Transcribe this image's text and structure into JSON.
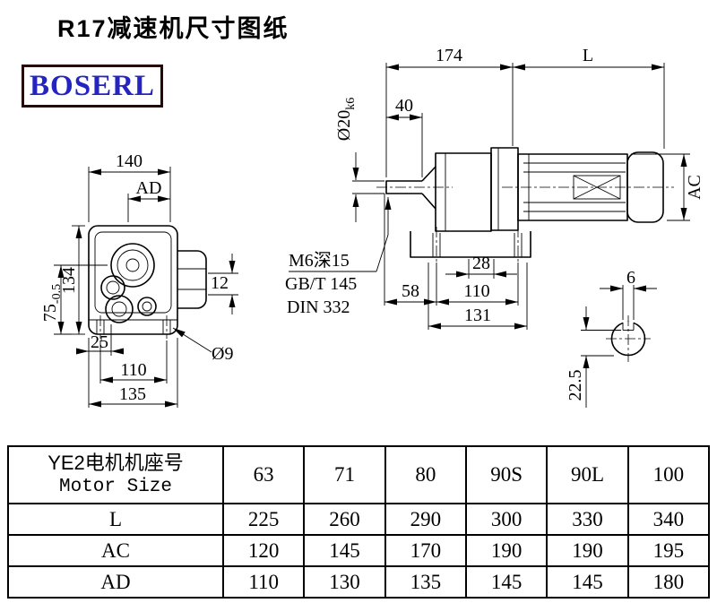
{
  "page": {
    "title": "R17减速机尺寸图纸",
    "brand": "BOSERL"
  },
  "drawing": {
    "front_view": {
      "dim_140": "140",
      "dim_ad": "AD",
      "dim_134": "134",
      "dim_75": "75",
      "dim_75_tol": "-0.5",
      "dim_12": "12",
      "dim_25": "25",
      "dim_110": "110",
      "dim_135": "135",
      "dim_hole": "Ø9"
    },
    "side_view": {
      "dim_174": "174",
      "dim_L": "L",
      "dim_40": "40",
      "dim_shaft": "Ø20",
      "dim_shaft_fit": "k6",
      "dim_ac": "AC",
      "note_tap": "M6深15",
      "note_gb": "GB/T 145",
      "note_din": "DIN 332",
      "dim_28": "28",
      "dim_58": "58",
      "dim_110": "110",
      "dim_131": "131",
      "dim_6": "6",
      "dim_22_5": "22.5"
    }
  },
  "table": {
    "header": {
      "label_cn": "YE2电机机座号",
      "label_en": "Motor Size",
      "sizes": [
        "63",
        "71",
        "80",
        "90S",
        "90L",
        "100"
      ]
    },
    "rows": [
      {
        "label": "L",
        "values": [
          "225",
          "260",
          "290",
          "300",
          "330",
          "340"
        ]
      },
      {
        "label": "AC",
        "values": [
          "120",
          "145",
          "170",
          "190",
          "190",
          "195"
        ]
      },
      {
        "label": "AD",
        "values": [
          "110",
          "130",
          "135",
          "145",
          "145",
          "180"
        ]
      }
    ]
  }
}
